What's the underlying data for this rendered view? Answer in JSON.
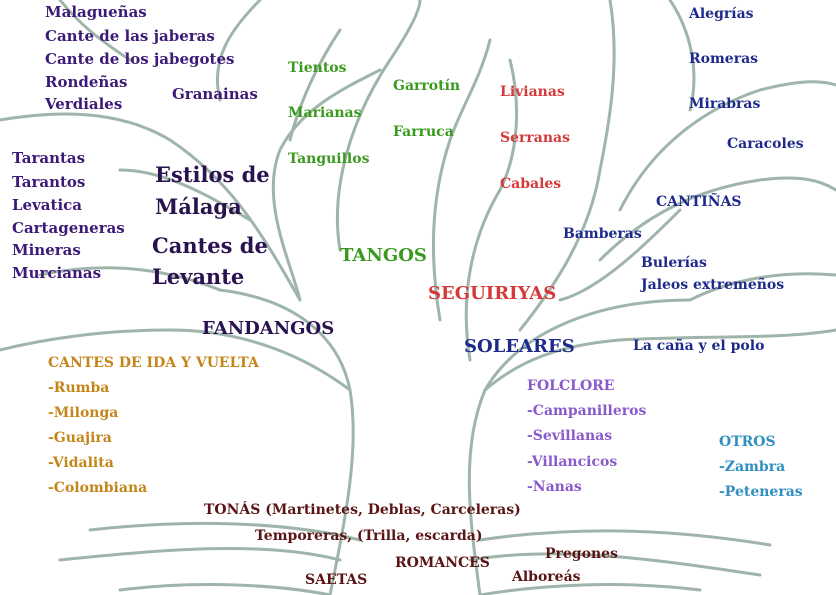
{
  "colors": {
    "branches": "#8fa89c",
    "purple": "#3d1a78",
    "navy": "#1d2a8c",
    "green": "#3a9a1f",
    "red": "#d43a3a",
    "gold": "#c4861a",
    "violet": "#8a5acb",
    "teal": "#2f8fc0",
    "maroon": "#5a1414"
  },
  "malaga_group": {
    "items": [
      "Malagueñas",
      "Cante de las jaberas",
      "Cante de los jabegotes",
      "Rondeñas",
      "Verdiales"
    ],
    "granainas": "Granainas",
    "heading_line1": "Estilos de",
    "heading_line2": "Málaga"
  },
  "levante_group": {
    "items": [
      "Tarantas",
      "Tarantos",
      "Levatica",
      "Cartageneras",
      "Mineras",
      "Murcianas"
    ],
    "heading_line1": "Cantes de",
    "heading_line2": "Levante"
  },
  "green_group": [
    "Tientos",
    "Marianas",
    "Tanguillos",
    "Garrotín",
    "Farruca"
  ],
  "tangos": "TANGOS",
  "seguiriyas_group": {
    "items": [
      "Livianas",
      "Serranas",
      "Cabales"
    ],
    "heading": "SEGUIRIYAS"
  },
  "cantinas_group": {
    "items": [
      "Alegrías",
      "Romeras",
      "Mirabras",
      "Caracoles"
    ],
    "heading": "CANTIÑAS",
    "bamberas": "Bamberas",
    "bulerias": "Bulerías",
    "jaleos": "Jaleos extremeños"
  },
  "fandangos": "FANDANGOS",
  "soleares": "SOLEARES",
  "cana_polo": "La caña y el polo",
  "ida_vuelta": {
    "heading": "CANTES DE IDA Y VUELTA",
    "items": [
      "-Rumba",
      "-Milonga",
      "-Guajira",
      "-Vidalita",
      "-Colombiana"
    ]
  },
  "folclore": {
    "heading": "FOLCLORE",
    "items": [
      "-Campanilleros",
      "-Sevillanas",
      "-Villancicos",
      "-Nanas"
    ]
  },
  "otros": {
    "heading": "OTROS",
    "items": [
      "-Zambra",
      "-Peteneras"
    ]
  },
  "roots": {
    "tonas": "TONÁS (Martinetes, Deblas, Carceleras)",
    "temporeras": "Temporeras, (Trilla, escarda)",
    "pregones": "Pregones",
    "romances": "ROMANCES",
    "saetas": "SAETAS",
    "alboreas": "Alboreás"
  }
}
